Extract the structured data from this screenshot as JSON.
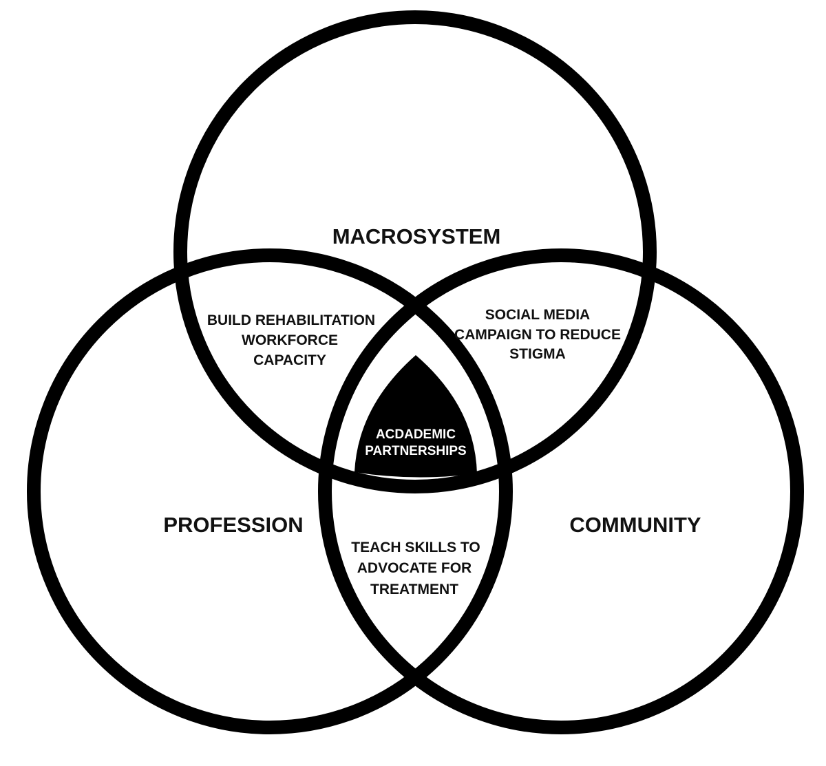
{
  "colors": {
    "background": "#ffffff",
    "ink": "#000000",
    "center_text": "#ffffff"
  },
  "sets": {
    "macrosystem": "MACROSYSTEM",
    "profession": "PROFESSION",
    "community": "COMMUNITY"
  },
  "overlaps": {
    "macrosystem_profession": [
      "BUILD REHABILITATION",
      "WORKFORCE",
      "CAPACITY"
    ],
    "macrosystem_community": [
      "SOCIAL MEDIA",
      "CAMPAIGN TO REDUCE",
      "STIGMA"
    ],
    "profession_community": [
      "TEACH SKILLS TO",
      "ADVOCATE FOR",
      "TREATMENT"
    ]
  },
  "center": {
    "lines": [
      "ACDADEMIC",
      "PARTNERSHIPS"
    ]
  }
}
